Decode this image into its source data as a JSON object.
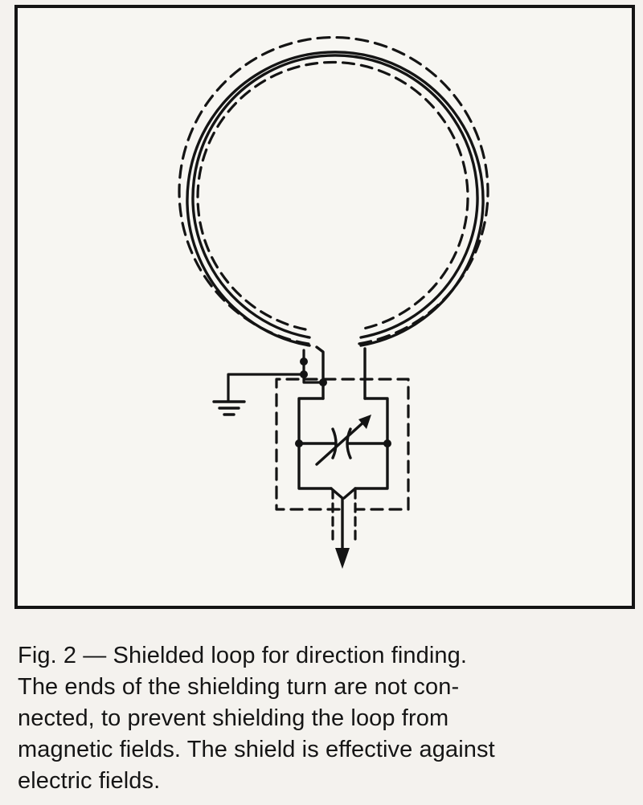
{
  "figure": {
    "caption_lines": [
      "Fig. 2 — Shielded loop for direction finding.",
      "The ends of the shielding turn are not con-",
      "nected, to prevent shielding the loop from",
      "magnetic fields. The shield is effective against",
      "electric fields."
    ]
  },
  "colors": {
    "ink": "#141414",
    "paper": "#f7f6f2"
  }
}
